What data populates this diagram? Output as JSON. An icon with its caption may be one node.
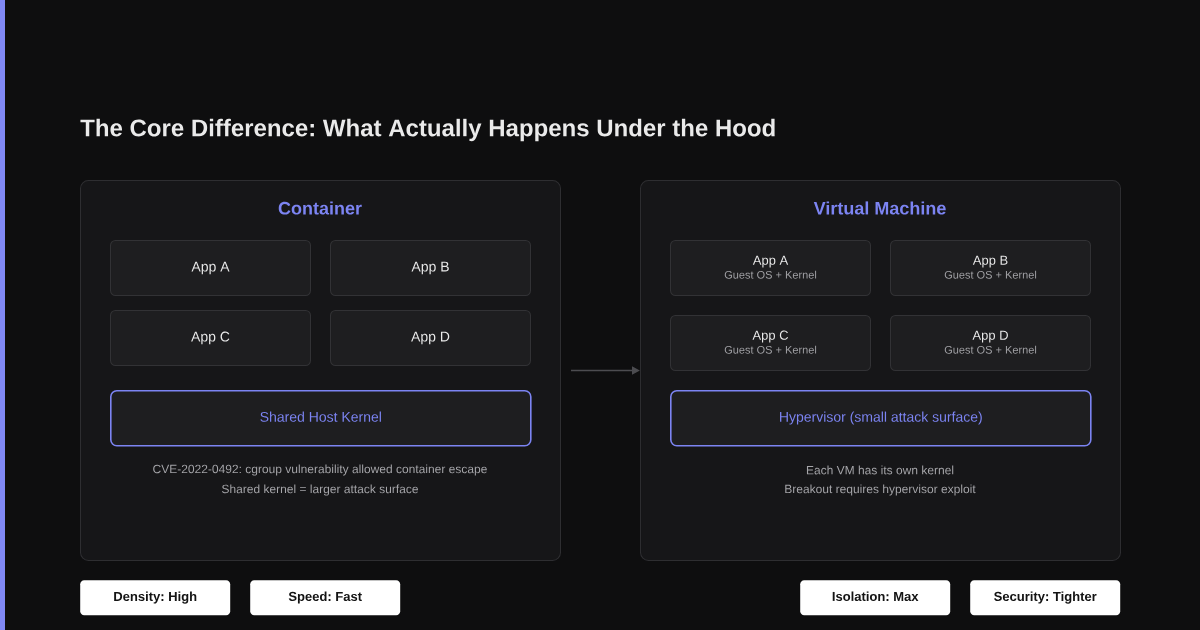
{
  "diagram": {
    "title": "The Core Difference: What Actually Happens Under the Hood",
    "nodes": [
      {
        "text": [
          "Container",
          "CVE-2022-0492: cgroup vulnerability allowed container escape",
          "Shared kernel = larger attack surface"
        ]
      },
      {
        "text": [
          "App A"
        ],
        "in": 0
      },
      {
        "text": [
          "App B"
        ],
        "in": 0
      },
      {
        "text": [
          "App C"
        ],
        "in": 0
      },
      {
        "text": [
          "App D"
        ],
        "in": 0
      },
      {
        "text": [
          "Shared Host Kernel"
        ],
        "in": 0
      },
      {
        "text": [
          "Virtual Machine",
          "Each VM has its own kernel",
          "Breakout requires hypervisor exploit"
        ]
      },
      {
        "text": [
          "App A",
          "Guest OS + Kernel"
        ],
        "in": 6
      },
      {
        "text": [
          "App B",
          "Guest OS + Kernel"
        ],
        "in": 6
      },
      {
        "text": [
          "App C",
          "Guest OS + Kernel"
        ],
        "in": 6
      },
      {
        "text": [
          "App D",
          "Guest OS + Kernel"
        ],
        "in": 6
      },
      {
        "text": [
          "Hypervisor (small attack surface)"
        ],
        "in": 6
      },
      {
        "text": [
          "Density: High"
        ]
      },
      {
        "text": [
          "Speed: Fast"
        ]
      },
      {
        "text": [
          "Isolation: Max"
        ]
      },
      {
        "text": [
          "Security: Tighter"
        ]
      }
    ],
    "edges": [
      {
        "from": 0,
        "to": 6,
        "arrow": "to"
      }
    ]
  }
}
